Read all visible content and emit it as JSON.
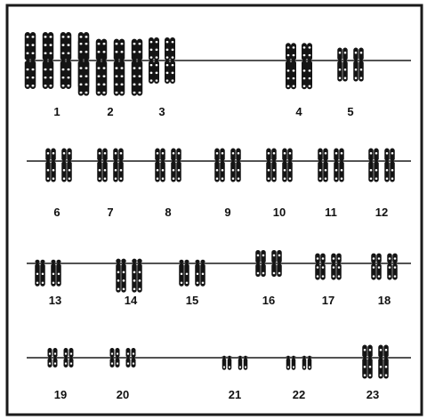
{
  "karyotype": {
    "rows": [
      {
        "groups": [
          {
            "label": "1",
            "pairs": 2,
            "size": "xl",
            "shape": "meta"
          },
          {
            "label": "2",
            "pairs": 2,
            "size": "xl",
            "shape": "sub"
          },
          {
            "label": "3",
            "pairs": 1,
            "size": "l",
            "shape": "meta"
          },
          {
            "label": "4",
            "pairs": 1,
            "size": "l",
            "shape": "sub"
          },
          {
            "label": "5",
            "pairs": 1,
            "size": "m",
            "shape": "sub"
          }
        ]
      },
      {
        "groups": [
          {
            "label": "6",
            "pairs": 1,
            "size": "m",
            "shape": "sub"
          },
          {
            "label": "7",
            "pairs": 1,
            "size": "m",
            "shape": "sub"
          },
          {
            "label": "8",
            "pairs": 1,
            "size": "m",
            "shape": "sub"
          },
          {
            "label": "9",
            "pairs": 1,
            "size": "m",
            "shape": "sub"
          },
          {
            "label": "10",
            "pairs": 1,
            "size": "m",
            "shape": "sub"
          },
          {
            "label": "11",
            "pairs": 1,
            "size": "m",
            "shape": "sub"
          },
          {
            "label": "12",
            "pairs": 1,
            "size": "m",
            "shape": "sub"
          }
        ]
      },
      {
        "groups": [
          {
            "label": "13",
            "pairs": 1,
            "size": "s",
            "shape": "acro"
          },
          {
            "label": "14",
            "pairs": 1,
            "size": "m",
            "shape": "acro"
          },
          {
            "label": "15",
            "pairs": 1,
            "size": "s",
            "shape": "acro"
          },
          {
            "label": "16",
            "pairs": 1,
            "size": "s",
            "shape": "meta"
          },
          {
            "label": "17",
            "pairs": 1,
            "size": "s",
            "shape": "sub"
          },
          {
            "label": "18",
            "pairs": 1,
            "size": "s",
            "shape": "sub"
          }
        ]
      },
      {
        "groups": [
          {
            "label": "19",
            "pairs": 1,
            "size": "xs",
            "shape": "meta"
          },
          {
            "label": "20",
            "pairs": 1,
            "size": "xs",
            "shape": "meta"
          },
          {
            "label": "21",
            "pairs": 1,
            "size": "xxs",
            "shape": "acro"
          },
          {
            "label": "22",
            "pairs": 1,
            "size": "xxs",
            "shape": "acro"
          },
          {
            "label": "23",
            "pairs": 1,
            "size": "m",
            "shape": "sub"
          }
        ]
      }
    ]
  },
  "colors": {
    "ink": "#141414",
    "band": "#ffffff",
    "frame": "#1a1a1a"
  }
}
